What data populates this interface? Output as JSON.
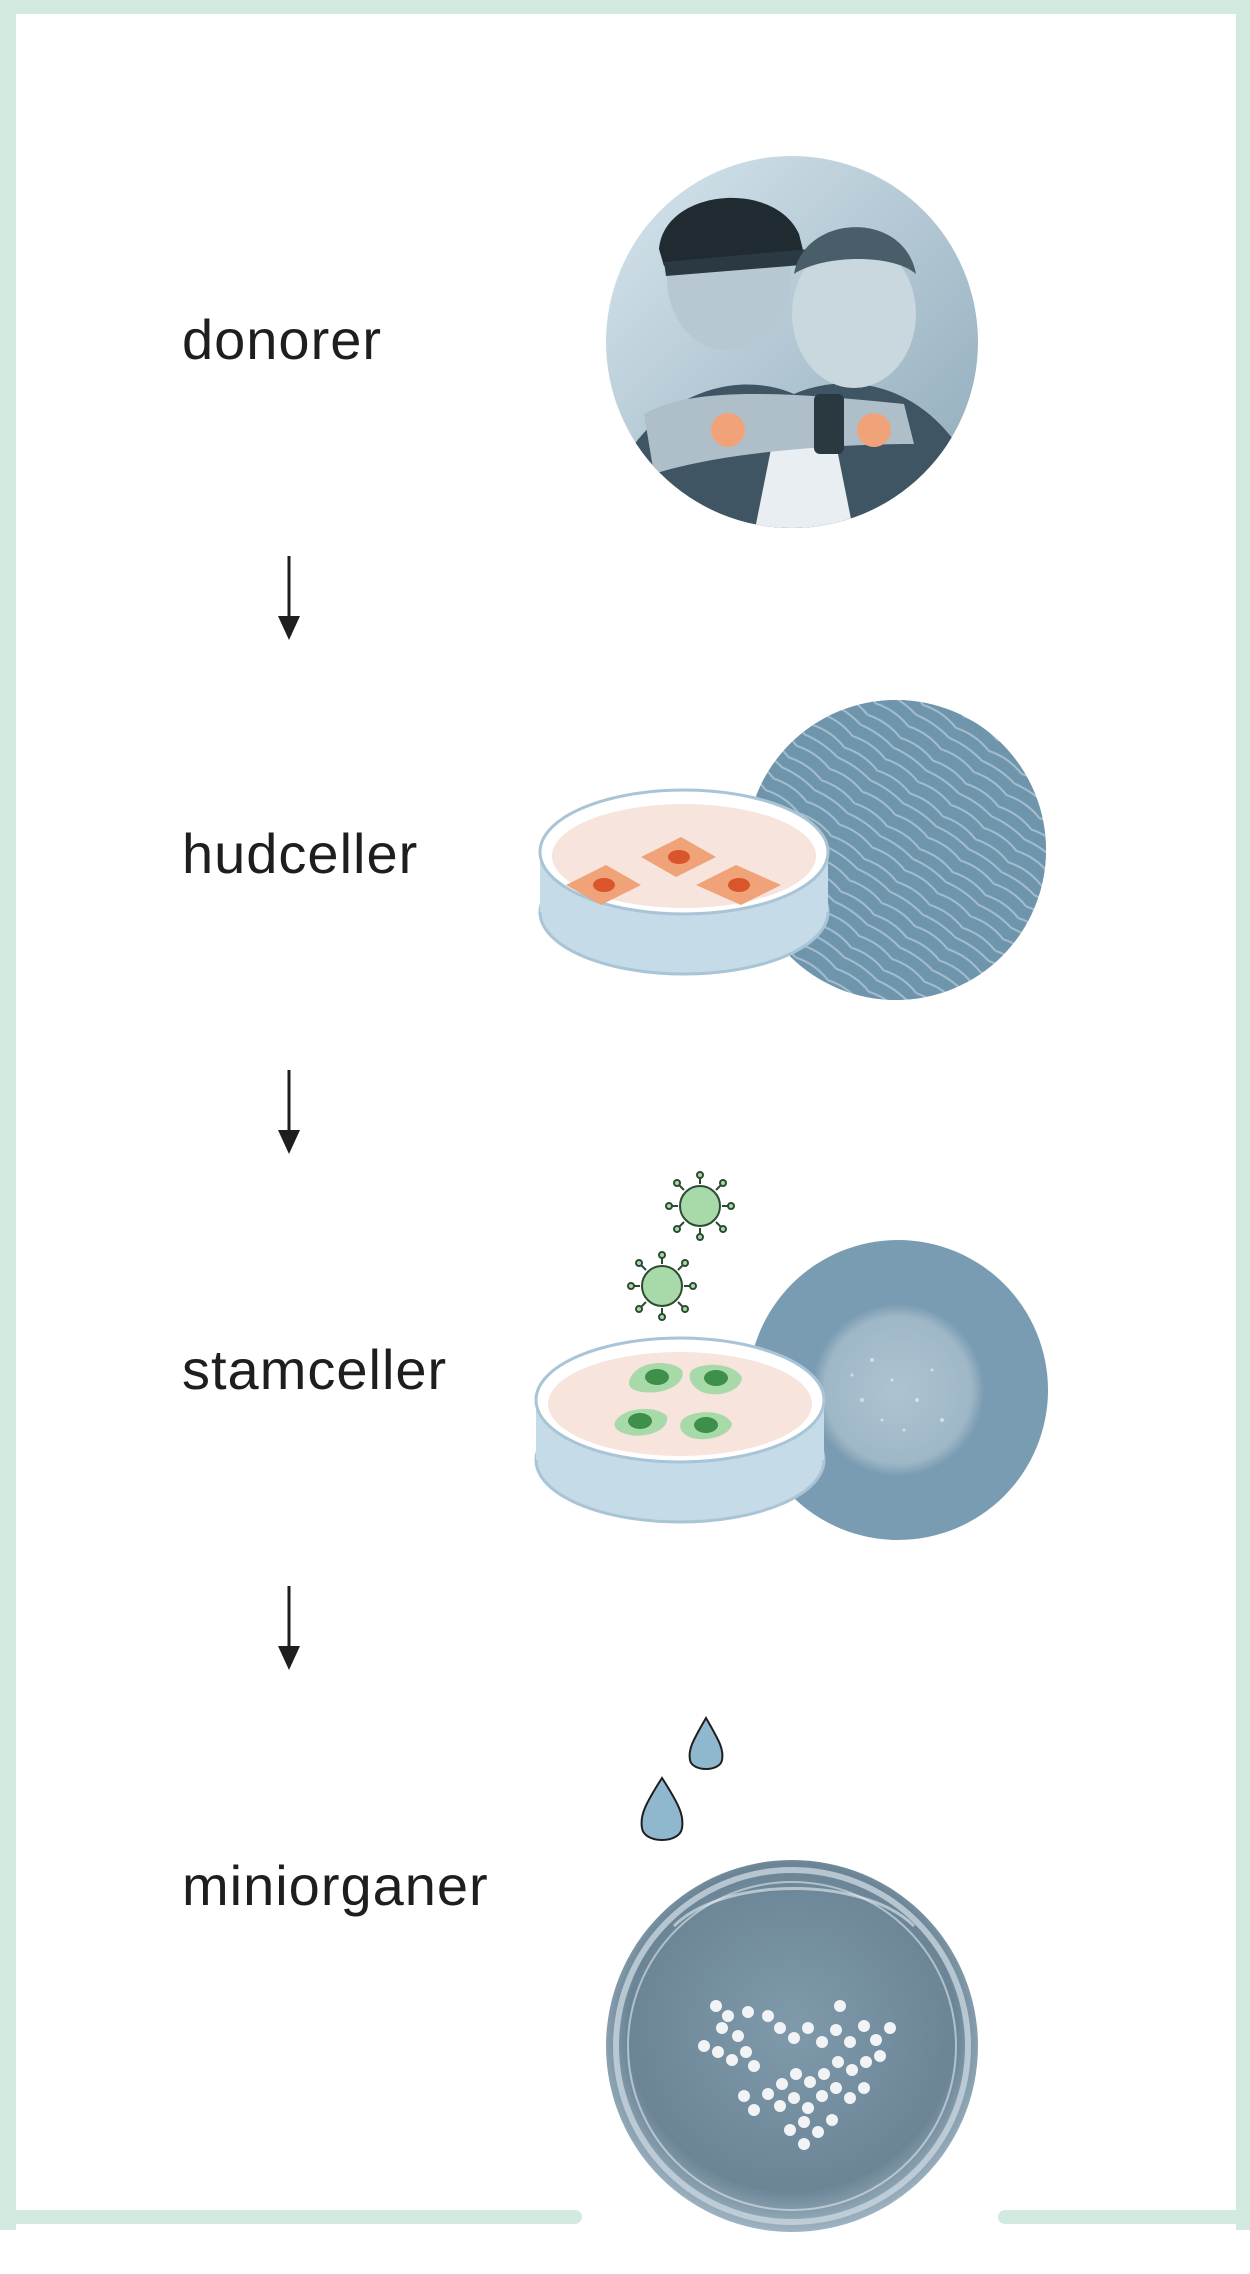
{
  "steps": [
    {
      "id": "donors",
      "label": "donorer"
    },
    {
      "id": "skin-cells",
      "label": "hudceller"
    },
    {
      "id": "stem-cells",
      "label": "stamceller"
    },
    {
      "id": "organoids",
      "label": "miniorganer"
    }
  ],
  "colors": {
    "frame": "#d2e9df",
    "text": "#1e1e1e",
    "dish_blue": "#c5dbe8",
    "dish_pink": "#f7e4dd",
    "cell_orange": "#f0a378",
    "cell_orange_core": "#d9562a",
    "cell_green": "#a8d9a8",
    "cell_green_core": "#3d8f4a",
    "micro_blue": "#6f95ad",
    "drop_blue": "#8fb8cf"
  },
  "icons": [
    "photo-donors",
    "petri-dish-icon",
    "microscopy-fibroblasts",
    "virus-icon",
    "microscopy-stem-colony",
    "droplet-icon",
    "organoid-dish-photo"
  ]
}
